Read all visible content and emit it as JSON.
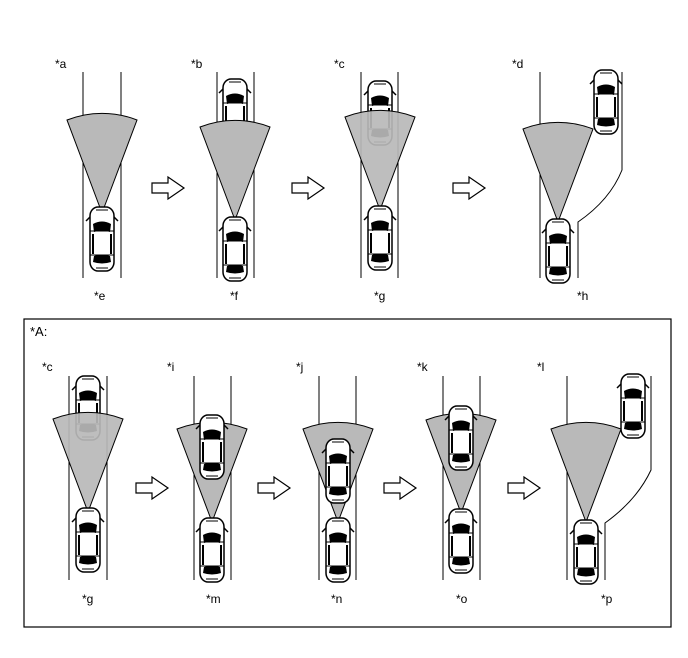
{
  "colors": {
    "background": "#ffffff",
    "stroke": "#000000",
    "radar_fill": "#b9b9b9",
    "car_fill": "#ffffff"
  },
  "top_row": {
    "scenes": [
      {
        "top_label": "*a",
        "bottom_label": "*e",
        "road": "straight",
        "lead_car": false
      },
      {
        "top_label": "*b",
        "bottom_label": "*f",
        "road": "straight",
        "lead_car": true
      },
      {
        "top_label": "*c",
        "bottom_label": "*g",
        "road": "straight",
        "lead_car": true
      },
      {
        "top_label": "*d",
        "bottom_label": "*h",
        "road": "curve-right",
        "lead_car": true
      }
    ],
    "arrow_icons": [
      "arrow-right-icon",
      "arrow-right-icon",
      "arrow-right-icon"
    ]
  },
  "panel": {
    "title": "*A:",
    "scenes": [
      {
        "top_label": "*c",
        "bottom_label": "*g",
        "road": "straight",
        "lead_car": true
      },
      {
        "top_label": "*i",
        "bottom_label": "*m",
        "road": "straight",
        "lead_car": true
      },
      {
        "top_label": "*j",
        "bottom_label": "*n",
        "road": "straight",
        "lead_car": true
      },
      {
        "top_label": "*k",
        "bottom_label": "*o",
        "road": "straight",
        "lead_car": true
      },
      {
        "top_label": "*l",
        "bottom_label": "*p",
        "road": "curve-right",
        "lead_car": true
      }
    ],
    "arrow_icons": [
      "arrow-right-icon",
      "arrow-right-icon",
      "arrow-right-icon",
      "arrow-right-icon"
    ]
  }
}
